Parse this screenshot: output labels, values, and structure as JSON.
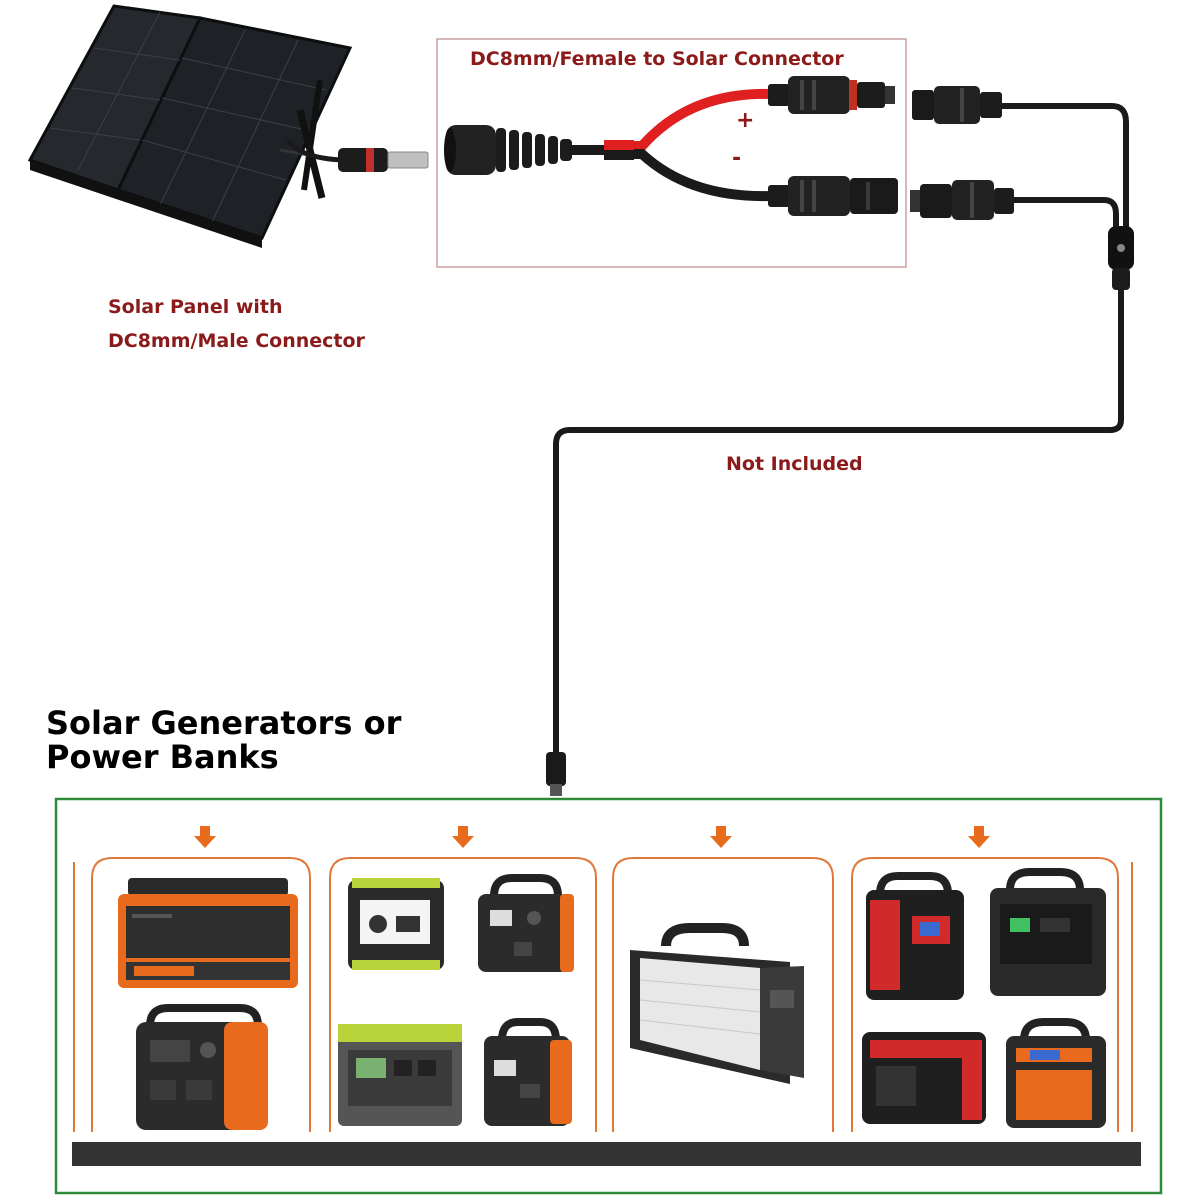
{
  "panel_caption": {
    "line1": "Solar Panel with",
    "line2": "DC8mm/Male Connector"
  },
  "cable": {
    "title": "DC8mm/Female to Solar Connector",
    "plus": "+",
    "minus": "-"
  },
  "extension_note": "Not Included",
  "generators_title": "Solar Generators or Power Banks",
  "colors": {
    "caption_red": "#8b1a1a",
    "box_green": "#2e8b3a",
    "panel_orange": "#e0783a",
    "device_orange": "#e86a1c",
    "cable_red": "#e02020",
    "cable_black": "#1a1a1a"
  },
  "icons": [
    "solar-panel-icon",
    "dc-male-plug-icon",
    "dc-female-socket-icon",
    "solar-connector-icon",
    "y-branch-cable-icon",
    "power-station-icon",
    "down-arrow-icon"
  ]
}
